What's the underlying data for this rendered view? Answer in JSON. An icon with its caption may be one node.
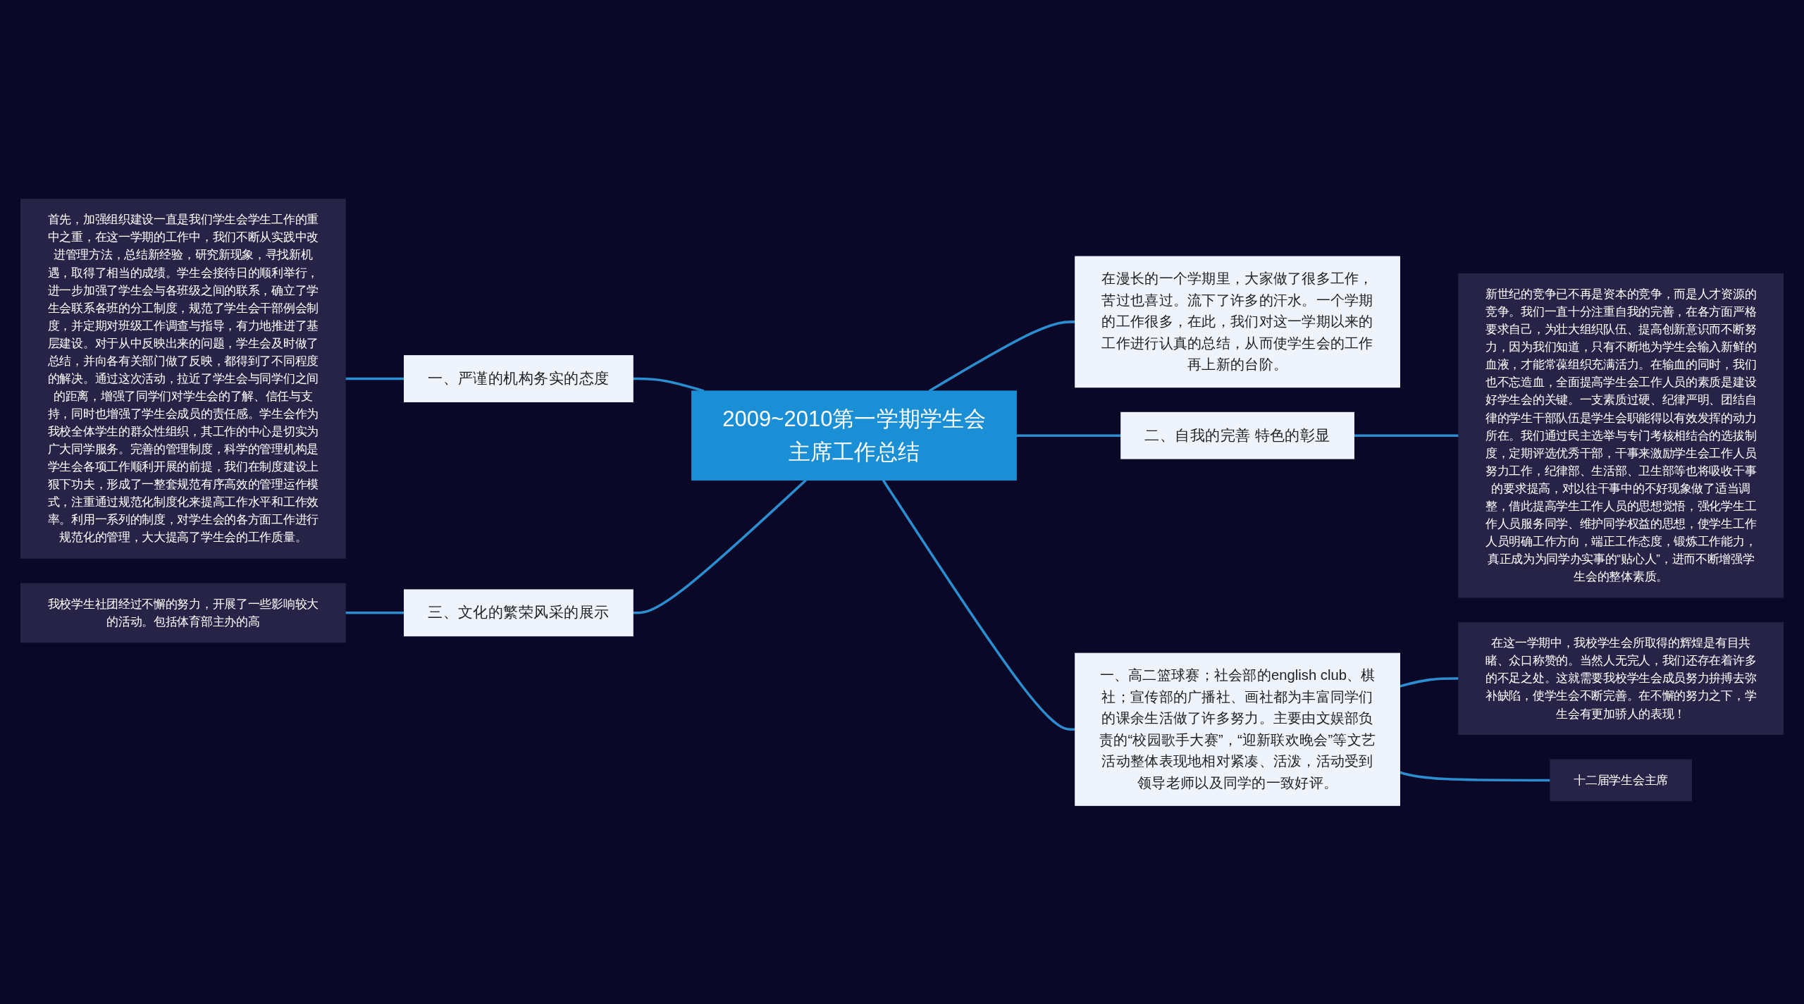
{
  "diagram": {
    "nodes": [
      {
        "text": [
          "2009~2010第一学期学生会主席工作总结"
        ]
      },
      {
        "text": [
          "一、严谨的机构务实的态度"
        ]
      },
      {
        "text": [
          "首先，加强组织建设一直是我们学生会学生工作的重中之重，在这一学期的工作中，我们不断从实践中改进管理方法，总结新经验，研究新现象，寻找新机遇，取得了相当的成绩。学生会接待日的顺利举行，进一步加强了学生会与各班级之间的联系，确立了学生会联系各班的分工制度，规范了学生会干部例会制度，并定期对班级工作调查与指导，有力地推进了基层建设。对于从中反映出来的问题，学生会及时做了总结，并向各有关部门做了反映，都得到了不同程度的解决。通过这次活动，拉近了学生会与同学们之间的距离，增强了同学们对学生会的了解、信任与支持，同时也增强了学生会成员的责任感。学生会作为我校全体学生的群众性组织，其工作的中心是切实为广大同学服务。完善的管理制度，科学的管理机构是学生会各项工作顺利开展的前提，我们在制度建设上狠下功夫，形成了一整套规范有序高效的管理运作模式，注重通过规范化制度化来提高工作水平和工作效率。利用一系列的制度，对学生会的各方面工作进行规范化的管理，大大提高了学生会的工作质量。"
        ]
      },
      {
        "text": [
          "三、文化的繁荣风采的展示"
        ]
      },
      {
        "text": [
          "我校学生社团经过不懈的努力，开展了一些影响较大的活动。包括体育部主办的高"
        ]
      },
      {
        "text": [
          "在漫长的一个学期里，大家做了很多工作，苦过也喜过。流下了许多的汗水。一个学期的工作很多，在此，我们对这一学期以来的工作进行认真的总结，从而使学生会的工作再上新的台阶。"
        ]
      },
      {
        "text": [
          "二、自我的完善 特色的彰显"
        ]
      },
      {
        "text": [
          "新世纪的竞争已不再是资本的竞争，而是人才资源的竞争。我们一直十分注重自我的完善，在各方面严格要求自己，为壮大组织队伍、提高创新意识而不断努力，因为我们知道，只有不断地为学生会输入新鲜的血液，才能常葆组织充满活力。在输血的同时，我们也不忘造血，全面提高学生会工作人员的素质是建设好学生会的关键。一支素质过硬、纪律严明、团结自律的学生干部队伍是学生会职能得以有效发挥的动力所在。我们通过民主选举与专门考核相结合的选拔制度，定期评选优秀干部，干事来激励学生会工作人员努力工作，纪律部、生活部、卫生部等也将吸收干事的要求提高，对以往干事中的不好现象做了适当调整，借此提高学生工作人员的思想觉悟，强化学生工作人员服务同学、维护同学权益的思想，使学生工作人员明确工作方向，端正工作态度，锻炼工作能力，真正成为为同学办实事的“贴心人”，进而不断增强学生会的整体素质。"
        ]
      },
      {
        "text": [
          "一、高二篮球赛；社会部的english club、棋社；宣传部的广播社、画社都为丰富同学们的课余生活做了许多努力。主要由文娱部负责的“校园歌手大赛”，“迎新联欢晚会”等文艺活动整体表现地相对紧凑、活泼，活动受到领导老师以及同学的一致好评。"
        ]
      },
      {
        "text": [
          "在这一学期中，我校学生会所取得的辉煌是有目共睹、众口称赞的。当然人无完人，我们还存在着许多的不足之处。这就需要我校学生会成员努力拚搏去弥补缺陷，使学生会不断完善。在不懈的努力之下，学生会有更加骄人的表现！"
        ]
      },
      {
        "text": [
          "十二届学生会主席"
        ]
      }
    ],
    "edges": [
      {
        "from": 1,
        "to": 0,
        "arrow": "none"
      },
      {
        "from": 2,
        "to": 1,
        "arrow": "none"
      },
      {
        "from": 3,
        "to": 0,
        "arrow": "none"
      },
      {
        "from": 4,
        "to": 3,
        "arrow": "none"
      },
      {
        "from": 0,
        "to": 5,
        "arrow": "none"
      },
      {
        "from": 0,
        "to": 6,
        "arrow": "none"
      },
      {
        "from": 6,
        "to": 7,
        "arrow": "none"
      },
      {
        "from": 0,
        "to": 8,
        "arrow": "none"
      },
      {
        "from": 8,
        "to": 9,
        "arrow": "none"
      },
      {
        "from": 8,
        "to": 10,
        "arrow": "none"
      }
    ]
  }
}
